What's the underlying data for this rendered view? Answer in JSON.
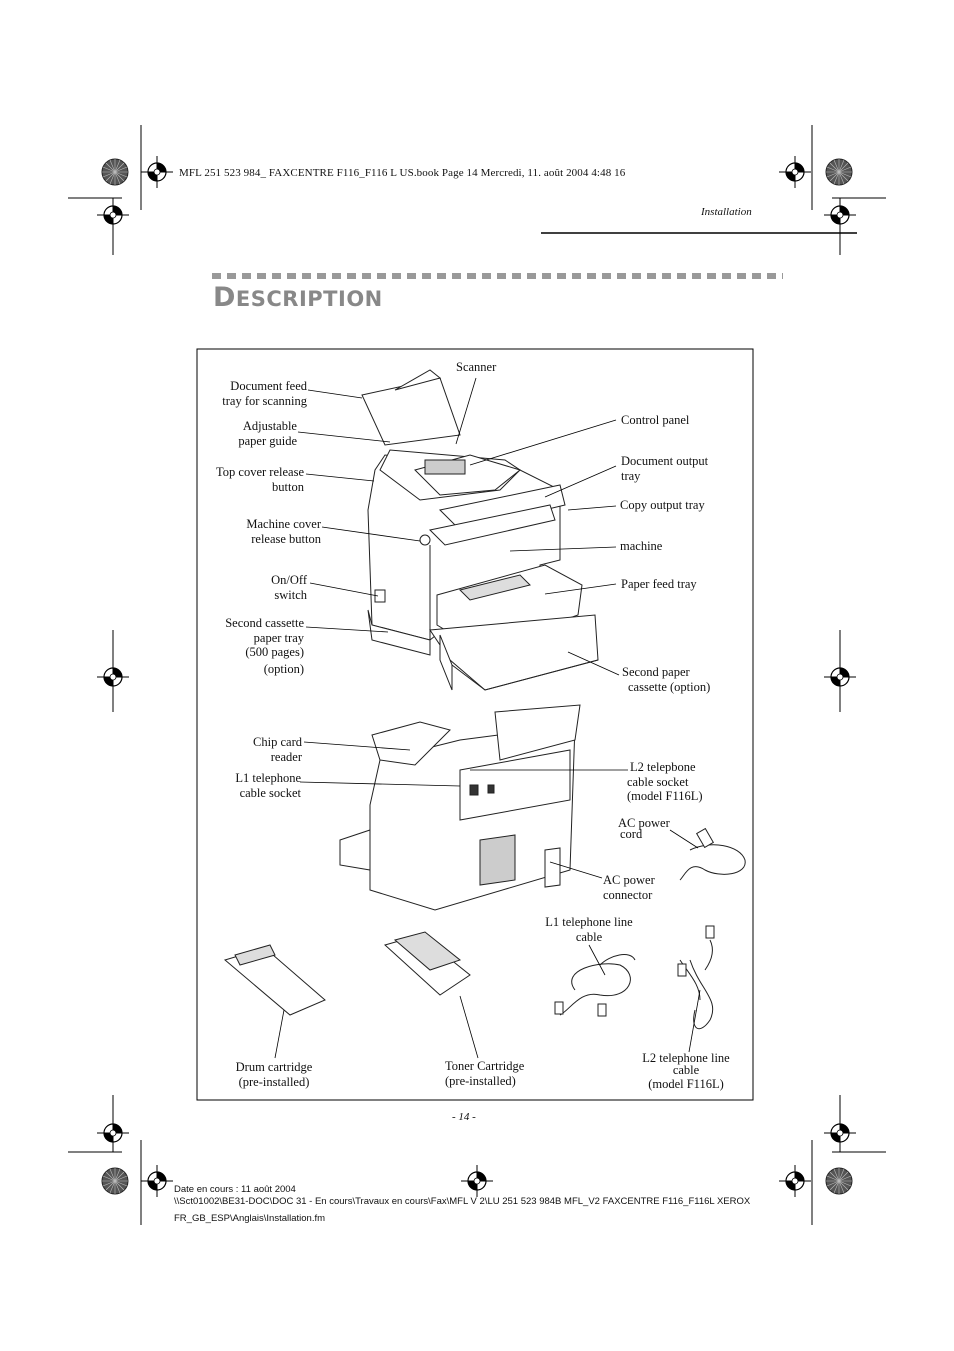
{
  "header": {
    "print_info": "MFL 251 523 984_ FAXCENTRE F116_F116 L US.book  Page 14  Mercredi, 11. août 2004  4:48 16",
    "section": "Installation"
  },
  "title": {
    "first": "D",
    "rest": "ESCRIPTION"
  },
  "labels": {
    "doc_feed_1": "Document feed",
    "doc_feed_2": "tray for scanning",
    "paper_guide_1": "Adjustable",
    "paper_guide_2": "paper guide",
    "top_cover_1": "Top cover release",
    "top_cover_2": "button",
    "machine_cover_1": "Machine cover",
    "machine_cover_2": "release button",
    "onoff_1": "On/Off",
    "onoff_2": "switch",
    "second_cassette_1": "Second cassette",
    "second_cassette_2": "paper tray",
    "second_cassette_3": "(500 pages)",
    "second_cassette_4": "(option)",
    "scanner": "Scanner",
    "control_panel": "Control panel",
    "doc_output_1": "Document output",
    "doc_output_2": "tray",
    "copy_output": "Copy output tray",
    "machine": "machine",
    "paper_feed": "Paper feed tray",
    "second_paper_1": "Second paper",
    "second_paper_2": "cassette (option)",
    "chip_card_1": "Chip card",
    "chip_card_2": "reader",
    "l1_socket_1": "L1 telephone",
    "l1_socket_2": "cable socket",
    "l2_socket_1": "L2 telepbone",
    "l2_socket_2": "cable socket",
    "l2_socket_3": "(model F116L)",
    "ac_cord_1": "AC power",
    "ac_cord_2": "cord",
    "ac_conn_1": "AC power",
    "ac_conn_2": "connector",
    "l1_cable_1": "L1 telephone line",
    "l1_cable_2": "cable",
    "drum_1": "Drum cartridge",
    "drum_2": "(pre-installed)",
    "toner_1": "Toner Cartridge",
    "toner_2": "(pre-installed)",
    "l2_cable_1": "L2 telephone line",
    "l2_cable_2": "cable",
    "l2_cable_3": "(model F116L)"
  },
  "page_number": "- 14 -",
  "footer": {
    "line1": "Date en cours : 11 août 2004",
    "line2": "\\\\Sct01002\\BE31-DOC\\DOC 31 - En cours\\Travaux en cours\\Fax\\MFL V 2\\LU 251 523 984B MFL_V2 FAXCENTRE F116_F116L XEROX",
    "line3": "FR_GB_ESP\\Anglais\\Installation.fm"
  }
}
